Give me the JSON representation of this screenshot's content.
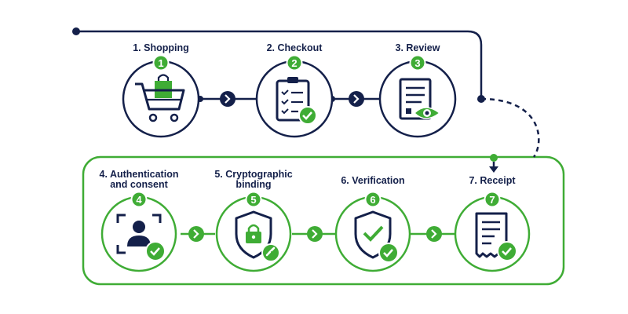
{
  "colors": {
    "navy": "#14204a",
    "green": "#3fac35",
    "white": "#ffffff"
  },
  "steps": [
    {
      "number": "1",
      "label": "1. Shopping",
      "icon": "shopping-cart-icon"
    },
    {
      "number": "2",
      "label": "2. Checkout",
      "icon": "clipboard-checklist-icon"
    },
    {
      "number": "3",
      "label": "3. Review",
      "icon": "document-eye-icon"
    },
    {
      "number": "4",
      "label": "4. Authentication\nand consent",
      "icon": "face-scan-user-icon"
    },
    {
      "number": "5",
      "label": "5. Cryptographic\nbinding",
      "icon": "shield-lock-link-icon"
    },
    {
      "number": "6",
      "label": "6. Verification",
      "icon": "shield-check-icon"
    },
    {
      "number": "7",
      "label": "7. Receipt",
      "icon": "receipt-check-icon"
    }
  ]
}
